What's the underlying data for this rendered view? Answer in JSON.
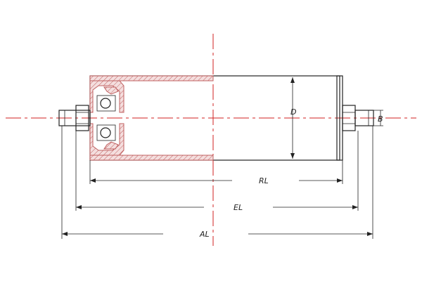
{
  "labels": {
    "diameter": "D",
    "bore": "B",
    "roll_length": "RL",
    "end_length": "EL",
    "axle_length": "AL"
  },
  "colors": {
    "outline": "#222222",
    "centerline": "#d02020",
    "section_hatch": "#c06060",
    "section_fill": "#f4dede",
    "background": "#ffffff"
  }
}
